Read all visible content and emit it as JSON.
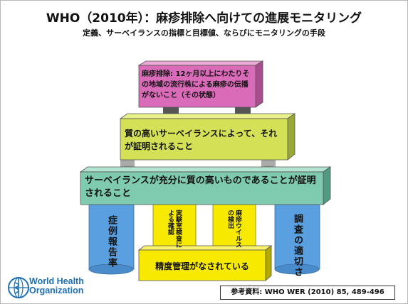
{
  "slide": {
    "title": "WHO（2010年）：麻疹排除へ向けての進展モニタリング",
    "subtitle": "定義、サーベイランスの指標と目標値、ならびにモニタリングの手段"
  },
  "diagram": {
    "top_box": "麻疹排除: 12ヶ月以上にわたりその地域の流行株による麻疹の伝播がないこと（その状態）",
    "middle_box": "質の高いサーベイランスによって、それが証明されること",
    "wide_box": "サーベイランスが充分に質の高いものであることが証明されること",
    "pillar_left": "症例報告率",
    "pillar_lab": "実験室検査による確認",
    "pillar_virus": "麻疹ウイルスの検出",
    "pillar_right": "調査の適切さ",
    "base_box": "精度管理がなされている"
  },
  "footer": {
    "org_line1": "World Health",
    "org_line2": "Organization",
    "reference": "参考資料: WHO WER (2010) 85, 489-496"
  },
  "colors": {
    "pink": "#d96bb8",
    "lime": "#d4e157",
    "teal": "#7fcbb0",
    "blue": "#5aa0e0",
    "yellow": "#f7ea00",
    "connector": "#555555",
    "who_blue": "#1f6fb5"
  }
}
